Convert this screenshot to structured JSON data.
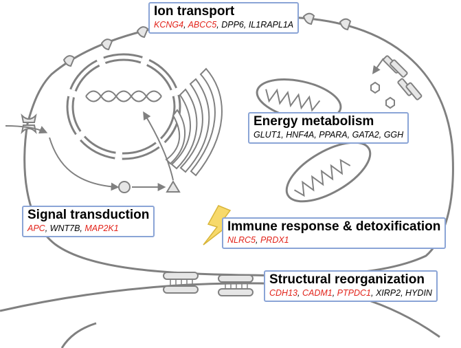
{
  "colors": {
    "structure": "#808080",
    "structure_fill": "#e6e6e6",
    "box_border": "#8aa4d6",
    "gene_highlight": "#e2231a",
    "gene_normal": "#000000",
    "lightning": "#f7d96b"
  },
  "boxes": [
    {
      "id": "ion-transport",
      "title": "Ion transport",
      "genes": [
        {
          "name": "KCNG4",
          "color": "red"
        },
        {
          "name": "ABCC5",
          "color": "red"
        },
        {
          "name": "DPP6",
          "color": "black"
        },
        {
          "name": "IL1RAPL1A",
          "color": "black"
        }
      ]
    },
    {
      "id": "energy-metabolism",
      "title": "Energy metabolism",
      "genes": [
        {
          "name": "GLUT1",
          "color": "black"
        },
        {
          "name": "HNF4A",
          "color": "black"
        },
        {
          "name": "PPARA",
          "color": "black"
        },
        {
          "name": "GATA2",
          "color": "black"
        },
        {
          "name": "GGH",
          "color": "black"
        }
      ]
    },
    {
      "id": "signal-transduction",
      "title": "Signal transduction",
      "genes": [
        {
          "name": "APC",
          "color": "red"
        },
        {
          "name": "WNT7B",
          "color": "black"
        },
        {
          "name": "MAP2K1",
          "color": "red"
        }
      ]
    },
    {
      "id": "immune-response",
      "title": "Immune response & detoxification",
      "genes": [
        {
          "name": "NLRC5",
          "color": "red"
        },
        {
          "name": "PRDX1",
          "color": "red"
        }
      ]
    },
    {
      "id": "structural-reorganization",
      "title": "Structural reorganization",
      "genes": [
        {
          "name": "CDH13",
          "color": "red"
        },
        {
          "name": "CADM1",
          "color": "red"
        },
        {
          "name": "PTPDC1",
          "color": "red"
        },
        {
          "name": "XIRP2",
          "color": "black"
        },
        {
          "name": "HYDIN",
          "color": "black"
        }
      ]
    }
  ]
}
